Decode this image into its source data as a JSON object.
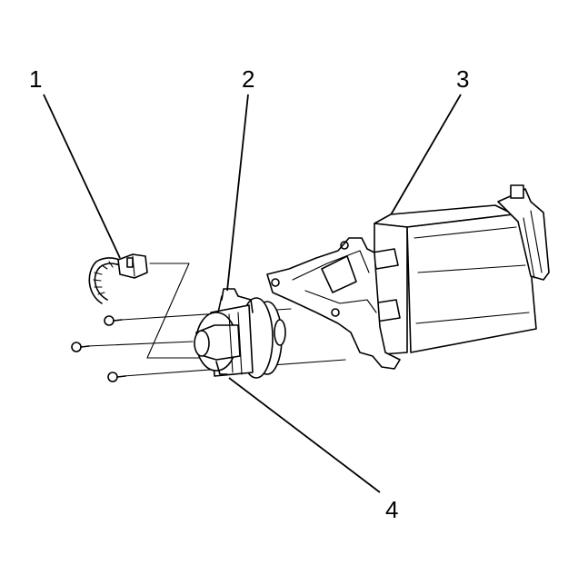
{
  "callouts": [
    {
      "id": "1",
      "label": "1"
    },
    {
      "id": "2",
      "label": "2"
    },
    {
      "id": "3",
      "label": "3"
    },
    {
      "id": "4",
      "label": "4"
    }
  ],
  "parts": [
    {
      "callout": "1",
      "icon": "electrical-connector-icon"
    },
    {
      "callout": "2",
      "icon": "retaining-clip-icon"
    },
    {
      "callout": "3",
      "icon": "evap-canister-icon"
    },
    {
      "callout": "4",
      "icon": "purge-valve-icon"
    }
  ],
  "colors": {
    "line": "#000000",
    "background": "#ffffff"
  }
}
